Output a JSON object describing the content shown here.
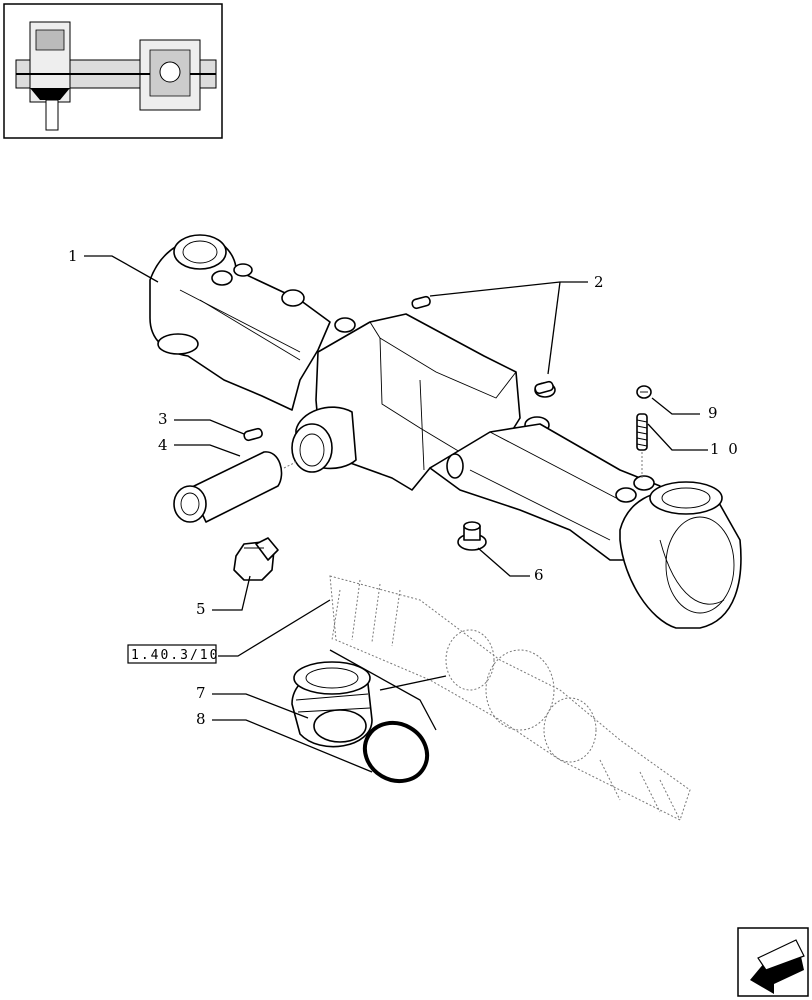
{
  "callouts": [
    {
      "id": "c1",
      "label": "1"
    },
    {
      "id": "c2",
      "label": "2"
    },
    {
      "id": "c3",
      "label": "3"
    },
    {
      "id": "c4",
      "label": "4"
    },
    {
      "id": "c5",
      "label": "5"
    },
    {
      "id": "c6",
      "label": "6"
    },
    {
      "id": "c7",
      "label": "7"
    },
    {
      "id": "c8",
      "label": "8"
    },
    {
      "id": "c9",
      "label": "9"
    },
    {
      "id": "c10",
      "label": "1 0"
    }
  ],
  "reference_box": {
    "label": "1.40.3/10"
  },
  "nav": {
    "icon": "back-arrow-icon"
  }
}
